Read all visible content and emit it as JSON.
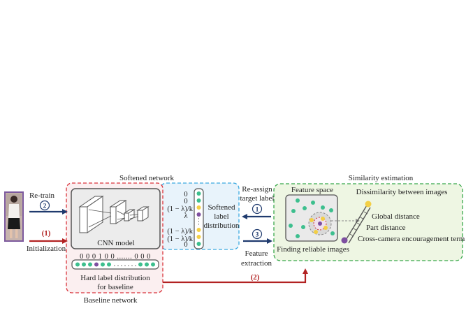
{
  "labels": {
    "softened_network": "Softened network",
    "similarity_estimation": "Similarity estimation",
    "baseline_network": "Baseline network",
    "retrain": "Re-train",
    "initialization": "Initialization",
    "cnn_model": "CNN model",
    "binary_code": "0 0 0 1 0 0 ....... 0 0 0",
    "hard_label_line1": "Hard label distribution",
    "hard_label_line2": "for baseline",
    "softened_line1": "Softened",
    "softened_line2": "label",
    "softened_line3": "distribution",
    "reassign_line1": "Re-assign",
    "reassign_line2": "target label",
    "feature_extraction_line1": "Feature",
    "feature_extraction_line2": "extraction",
    "feature_space": "Feature space",
    "finding_reliable": "Finding reliable images",
    "dissimilarity": "Dissimilarity between images",
    "global_distance": "Global distance",
    "part_distance": "Part distance",
    "cross_camera": "Cross-camera encouragement term"
  },
  "step_markers": {
    "circle_2": "2",
    "circle_1": "1",
    "circle_3": "3",
    "paren_1": "(1)",
    "paren_2": "(2)"
  },
  "soft_label_values": {
    "v0a": "0",
    "v0b": "0",
    "v1": "(1 − λ)/k",
    "v2": "λ",
    "v3": "(1 − λ)/k",
    "v4": "(1 − λ)/k",
    "v5": "0"
  },
  "colors": {
    "navy_arrow": "#1f3a6e",
    "red_arrow": "#b22222",
    "teal_dot": "#3dbf8e",
    "yellow_dot": "#f3cf45",
    "purple_dot": "#7d4fa0",
    "softened_bg": "#e8f3fb",
    "similarity_bg": "#eef6e3",
    "baseline_border": "#d9323a",
    "softened_border": "#3aa9e0",
    "similarity_border": "#38a84a"
  }
}
